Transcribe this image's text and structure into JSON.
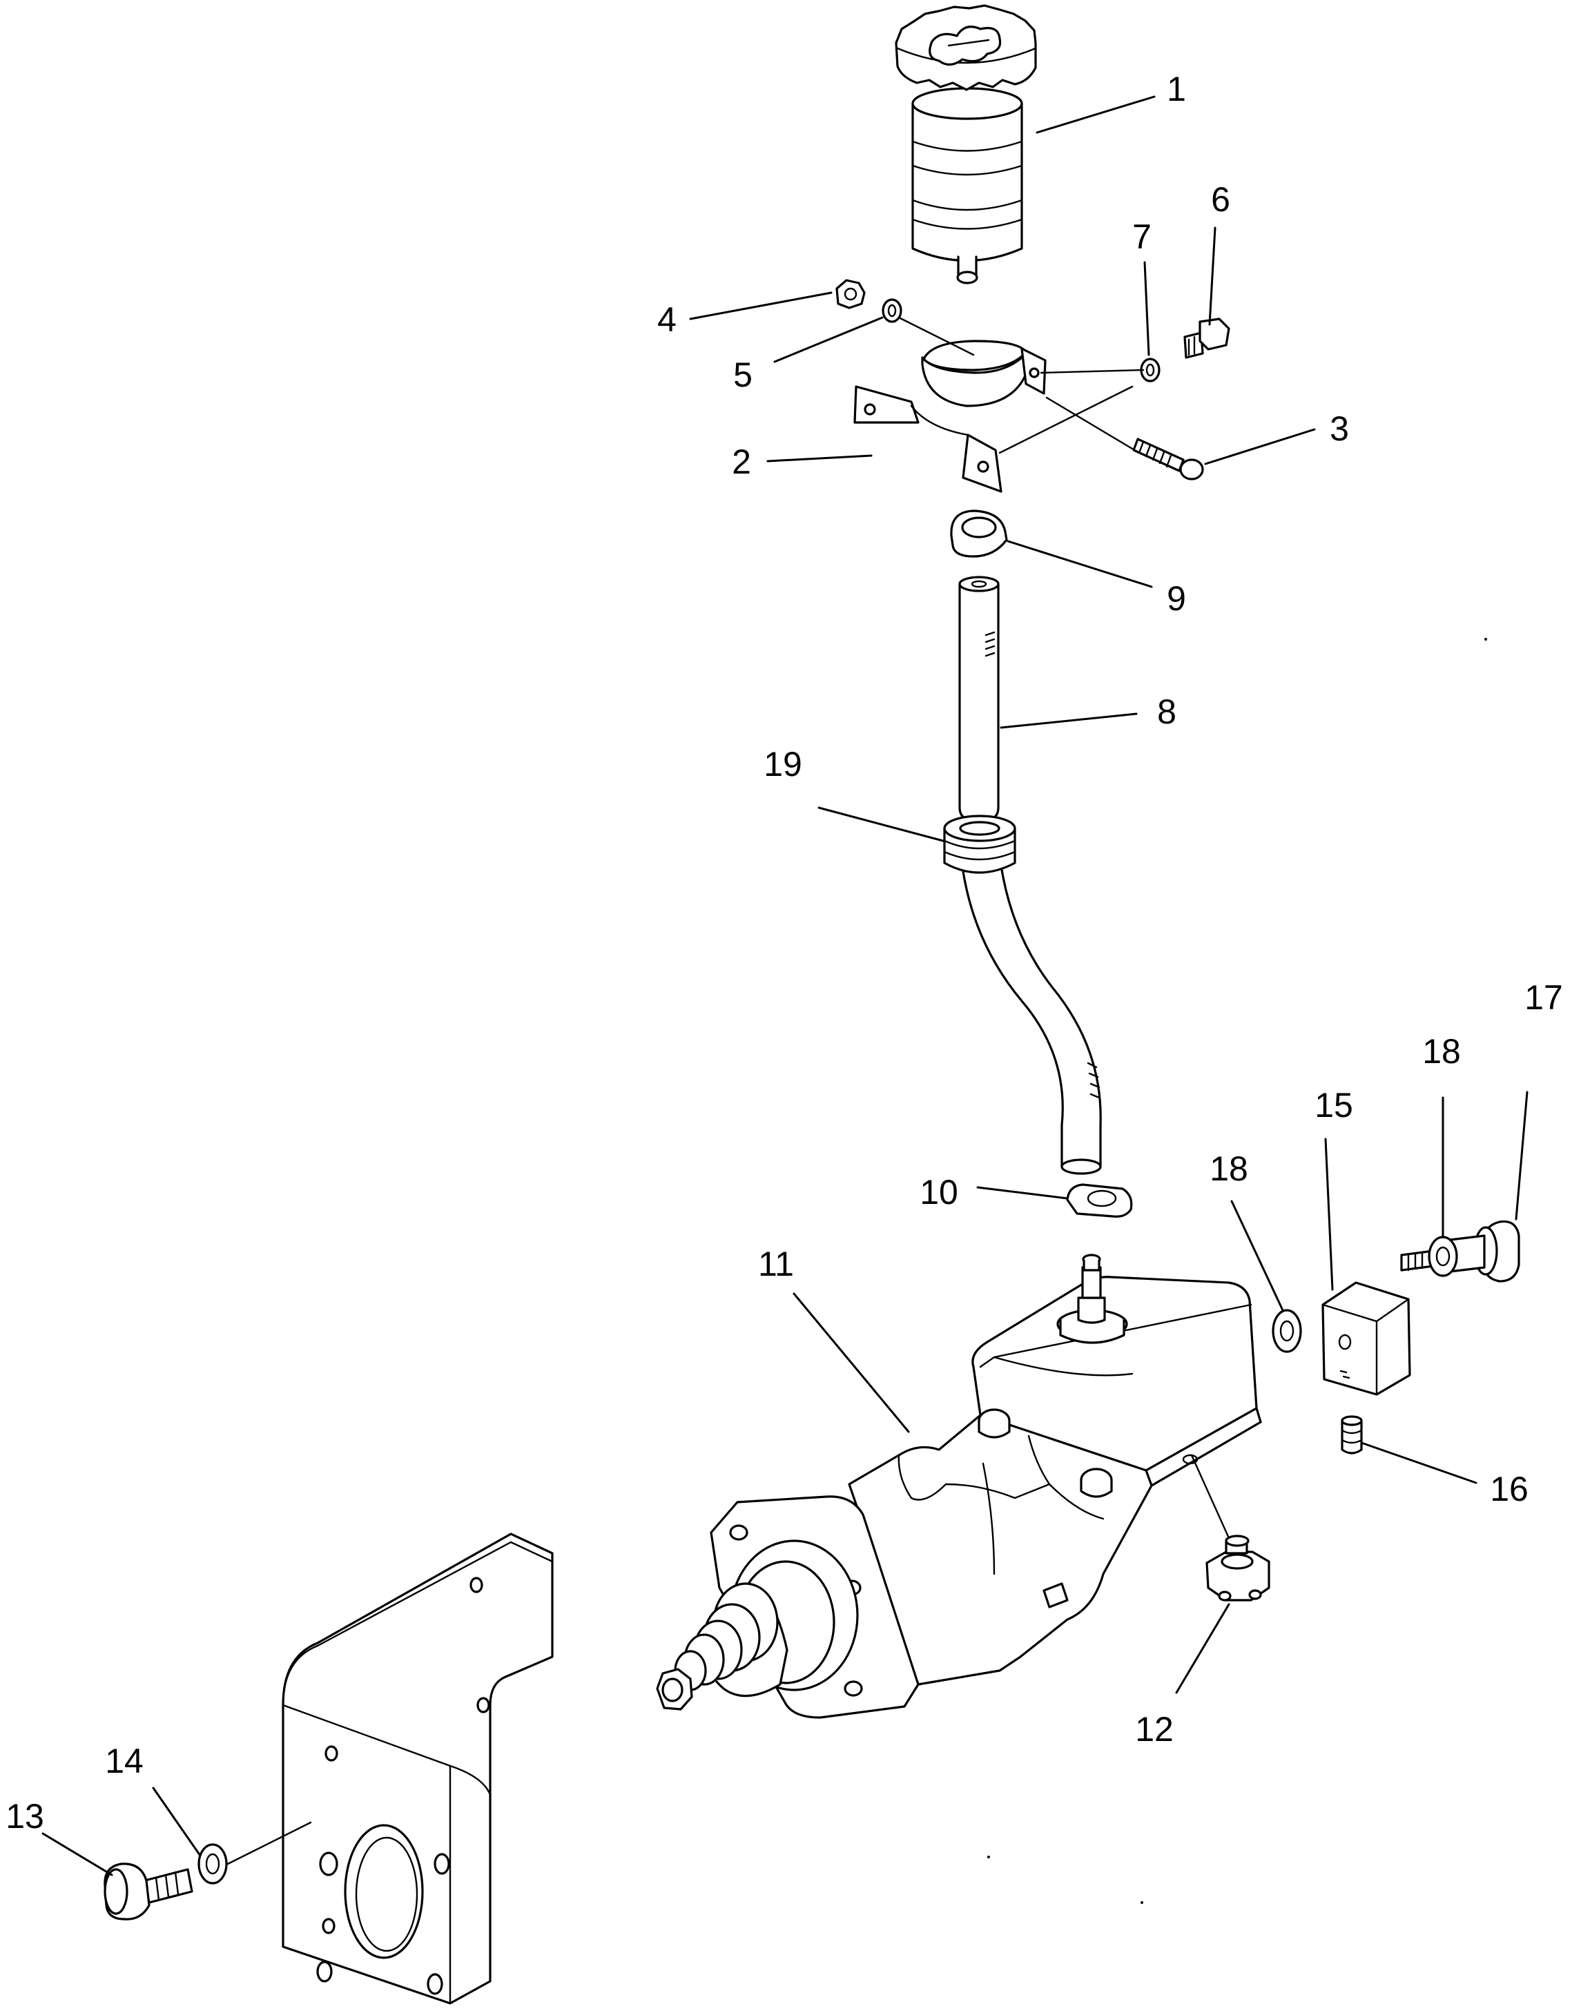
{
  "callouts": {
    "c1": "1",
    "c2": "2",
    "c3": "3",
    "c4": "4",
    "c5": "5",
    "c6": "6",
    "c7": "7",
    "c8": "8",
    "c9": "9",
    "c10": "10",
    "c11": "11",
    "c12": "12",
    "c13": "13",
    "c14": "14",
    "c15": "15",
    "c16": "16",
    "c17": "17",
    "c18a": "18",
    "c18b": "18",
    "c19": "19"
  },
  "colors": {
    "line": "#000000",
    "background": "#ffffff"
  }
}
